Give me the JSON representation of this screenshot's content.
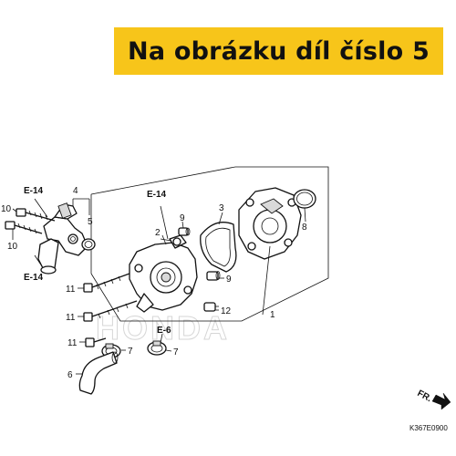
{
  "banner": {
    "text": "Na obrázku díl číslo 5",
    "color": "#f7c51a"
  },
  "callouts": {
    "ref_e14_a": "E-14",
    "ref_e14_b": "E-14",
    "ref_e14_c": "E-14",
    "ref_e6": "E-6",
    "p1": "1",
    "p2": "2",
    "p3": "3",
    "p4": "4",
    "p5": "5",
    "p6": "6",
    "p7a": "7",
    "p7b": "7",
    "p8": "8",
    "p9a": "9",
    "p9b": "9",
    "p10a": "10",
    "p10b": "10",
    "p11a": "11",
    "p11b": "11",
    "p11c": "11",
    "p12": "12"
  },
  "watermark": "HONDA",
  "direction_label": "FR.",
  "diagram_code": "K367E0900"
}
